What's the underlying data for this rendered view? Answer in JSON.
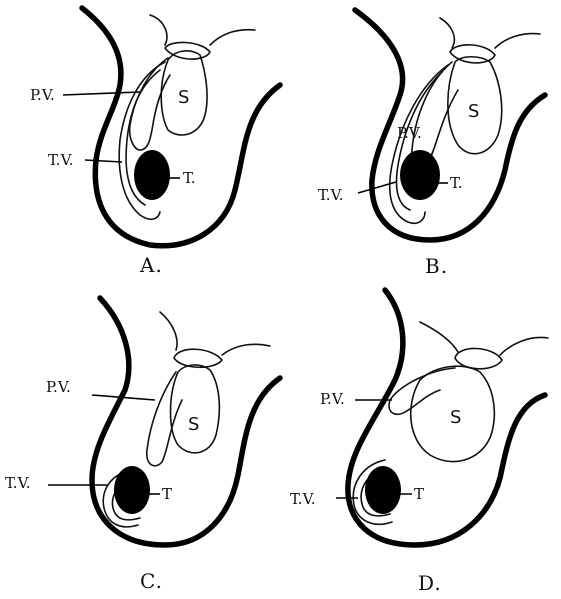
{
  "panels": [
    {
      "id": "A",
      "caption": "A.",
      "pv_label": "P.V.",
      "tv_label": "T.V.",
      "t_label": "T.",
      "s_label": "S"
    },
    {
      "id": "B",
      "caption": "B.",
      "pv_label": "P.V.",
      "tv_label": "T.V.",
      "t_label": "T.",
      "s_label": "S"
    },
    {
      "id": "C",
      "caption": "C.",
      "pv_label": "P.V.",
      "tv_label": "T.V.",
      "t_label": "T",
      "s_label": "S"
    },
    {
      "id": "D",
      "caption": "D.",
      "pv_label": "P.V.",
      "tv_label": "T.V.",
      "t_label": "T",
      "s_label": "S"
    }
  ]
}
